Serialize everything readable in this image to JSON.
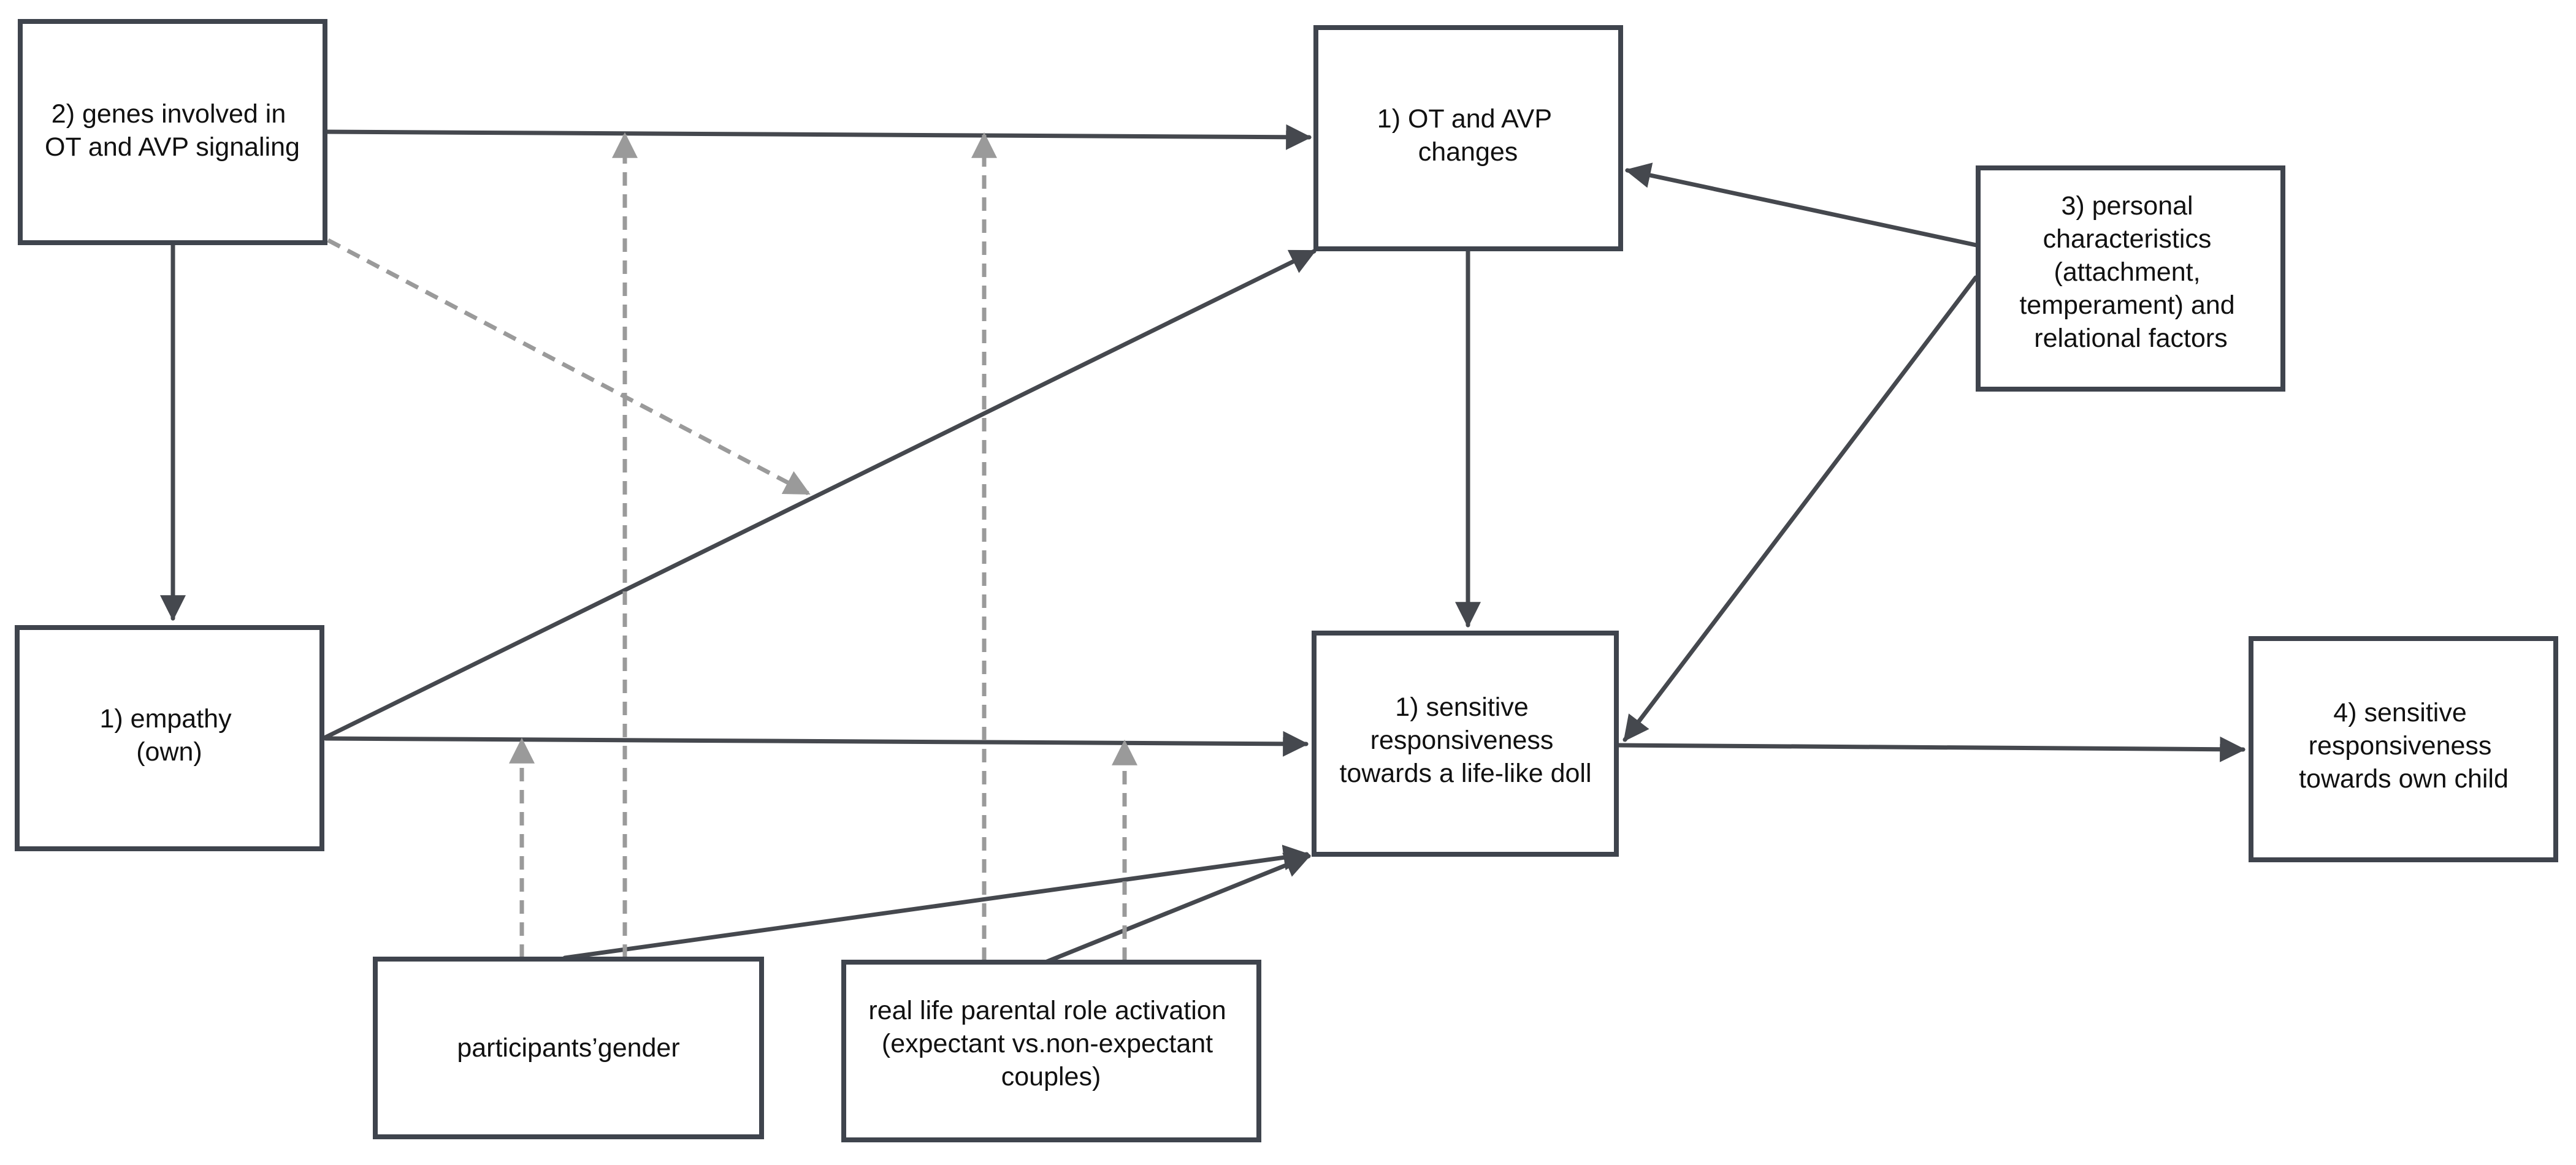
{
  "nodes": {
    "genes": {
      "lines": [
        "2) genes involved in",
        "OT and AVP signaling"
      ]
    },
    "ot_avp": {
      "lines": [
        "1) OT and AVP",
        "changes"
      ]
    },
    "personal": {
      "lines": [
        "3) personal",
        "characteristics",
        "(attachment,",
        "temperament) and",
        "relational factors"
      ]
    },
    "empathy": {
      "lines": [
        "1) empathy",
        "(own)"
      ]
    },
    "sensitive_doll": {
      "lines": [
        "1) sensitive",
        "responsiveness",
        "towards a life-like doll"
      ]
    },
    "sensitive_child": {
      "lines": [
        "4) sensitive",
        "responsiveness",
        "towards own child"
      ]
    },
    "gender": {
      "lines": [
        "participants’gender"
      ]
    },
    "parental_role": {
      "lines": [
        "real life parental role activation",
        "(expectant vs.non-expectant",
        "couples)"
      ]
    }
  },
  "colors": {
    "box_stroke": "#3f444d",
    "solid_arrow": "#45484e",
    "dashed_arrow": "#9a9a9a",
    "text": "#111111"
  }
}
